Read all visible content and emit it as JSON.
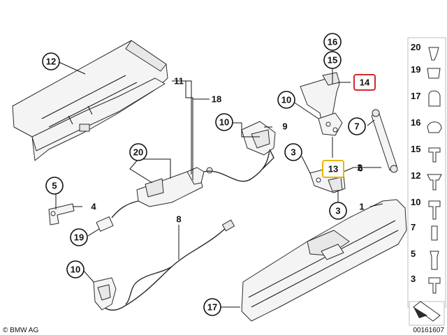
{
  "diagram": {
    "callouts": {
      "c12": "12",
      "c11": "11",
      "c18": "18",
      "c20": "20",
      "c10a": "10",
      "c9": "9",
      "c5": "5",
      "c4": "4",
      "c19": "19",
      "c8": "8",
      "c10b": "10",
      "c17": "17",
      "c16": "16",
      "c15": "15",
      "c14": "14",
      "c10c": "10",
      "c7": "7",
      "c13": "13",
      "c6": "6",
      "c3a": "3",
      "c2": "2",
      "c3b": "3",
      "c1": "1"
    },
    "highlight_colors": {
      "c14": "#d62828",
      "c13": "#e6b800"
    },
    "legend": [
      "20",
      "19",
      "17",
      "16",
      "15",
      "12",
      "10",
      "7",
      "5",
      "3"
    ],
    "copyright": "© BMW AG",
    "diagram_id": "00161607"
  }
}
